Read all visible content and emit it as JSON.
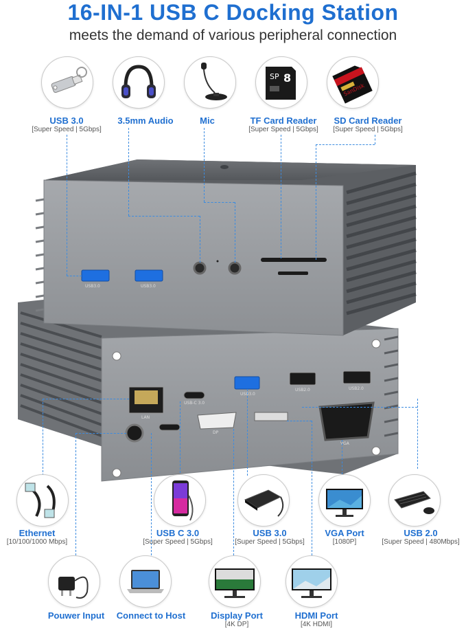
{
  "header": {
    "title": "16-IN-1 USB C Docking Station",
    "subtitle": "meets the demand of various peripheral connection"
  },
  "top_ports": [
    {
      "name": "USB 3.0",
      "spec": "[Super Speed | 5Gbps]",
      "icon": "usb-flash-drive-icon"
    },
    {
      "name": "3.5mm Audio",
      "spec": "",
      "icon": "headphones-icon"
    },
    {
      "name": "Mic",
      "spec": "",
      "icon": "microphone-icon"
    },
    {
      "name": "TF Card Reader",
      "spec": "[Super Speed | 5Gbps]",
      "icon": "tf-card-icon"
    },
    {
      "name": "SD Card Reader",
      "spec": "[Super Speed | 5Gbps]",
      "icon": "sd-card-icon"
    }
  ],
  "middle_ports": [
    {
      "name": "Ethernet",
      "spec": "[10/100/1000 Mbps]",
      "icon": "ethernet-cable-icon"
    },
    {
      "name": "USB C 3.0",
      "spec": "[Super Speed | 5Gbps]",
      "icon": "smartphone-icon"
    },
    {
      "name": "USB 3.0",
      "spec": "[Super Speed | 5Gbps]",
      "icon": "external-drive-icon"
    },
    {
      "name": "VGA Port",
      "spec": "[1080P]",
      "icon": "monitor-icon"
    },
    {
      "name": "USB 2.0",
      "spec": "[Super Speed | 480Mbps]",
      "icon": "keyboard-mouse-icon"
    }
  ],
  "bottom_ports": [
    {
      "name": "Pouwer Input",
      "spec": "",
      "icon": "power-adapter-icon"
    },
    {
      "name": "Connect to Host",
      "spec": "",
      "icon": "laptop-icon"
    },
    {
      "name": "Display Port",
      "spec": "[4K DP]",
      "icon": "monitor-icon"
    },
    {
      "name": "HDMI Port",
      "spec": "[4K HDMI]",
      "icon": "monitor-icon"
    }
  ],
  "device_port_labels": {
    "usb3_a": "USB3.0",
    "usb3_b": "USB3.0",
    "lan": "LAN",
    "usbc": "USB-C 3.0",
    "usb3_rear": "USB3.0",
    "usb2_a": "USB2.0",
    "usb2_b": "USB2.0",
    "dp": "DP",
    "vga": "VGA"
  },
  "card_brand": {
    "sp": "SP",
    "capacity": "8",
    "sd_brand": "SanDisk"
  },
  "colors": {
    "accent": "#1f6fd0",
    "dash": "#3b8be0",
    "body": "#8a8d92",
    "port_blue": "#1e6fe0"
  }
}
